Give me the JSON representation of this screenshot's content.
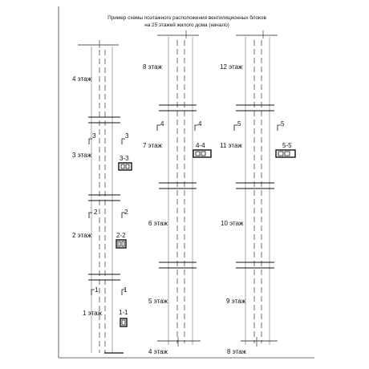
{
  "title": {
    "line1": "Пример схемы поэтажного расположения вентиляционных блоков",
    "line2": "на 25 этажей жилого дома (начало)"
  },
  "columns": [
    {
      "floors": [
        "4 этаж",
        "3 этаж",
        "2 этаж",
        "1 этаж"
      ],
      "marks": [
        "3",
        "3",
        "2",
        "2",
        "1",
        "1"
      ],
      "sections": [
        "3-3",
        "2-2",
        "1-1"
      ]
    },
    {
      "floors": [
        "8 этаж",
        "7 этаж",
        "6 этаж",
        "5 этаж",
        "4 этаж"
      ],
      "marks": [
        "4",
        "4"
      ],
      "sections": [
        "4-4"
      ]
    },
    {
      "floors": [
        "12 этаж",
        "11 этаж",
        "10 этаж",
        "9 этаж",
        "8 этаж"
      ],
      "marks": [
        "5",
        "5"
      ],
      "sections": [
        "5-5"
      ]
    }
  ]
}
